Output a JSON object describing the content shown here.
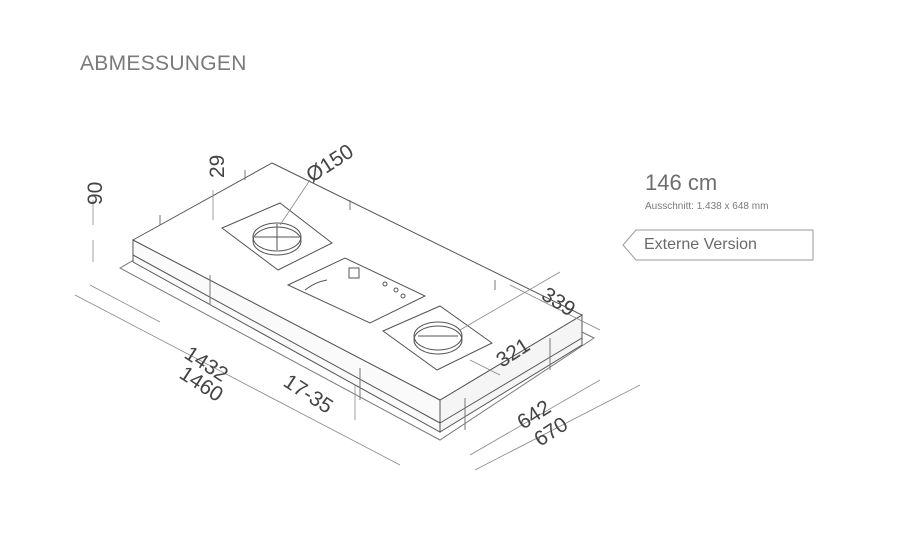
{
  "header": {
    "title": "ABMESSUNGEN"
  },
  "product": {
    "size": "146 cm",
    "cutout": "Ausschnitt: 1.438 x 648 mm",
    "version_button": "Externe Version"
  },
  "drawing": {
    "dimensions": {
      "height_total": "90",
      "offset_top": "29",
      "duct_diameter": "Ø150",
      "depth_offset": "339",
      "fan_offset": "321",
      "inner_length": "1432",
      "outer_length": "1460",
      "panel_range": "17-35",
      "inner_width": "642",
      "outer_width": "670"
    }
  }
}
